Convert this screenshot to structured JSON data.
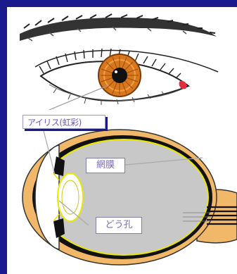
{
  "labels": {
    "iris": "アイリス(虹彩)",
    "retina": "網膜",
    "pupil": "どう孔"
  },
  "colors": {
    "background": "#1a1a8c",
    "panel": "#ffffff",
    "iris": "#d8781e",
    "sclera_outer": "#f2b86a",
    "vitreous": "#c8c8c8",
    "lens_outline": "#e8e800",
    "label_text": "#6a5ab8"
  }
}
